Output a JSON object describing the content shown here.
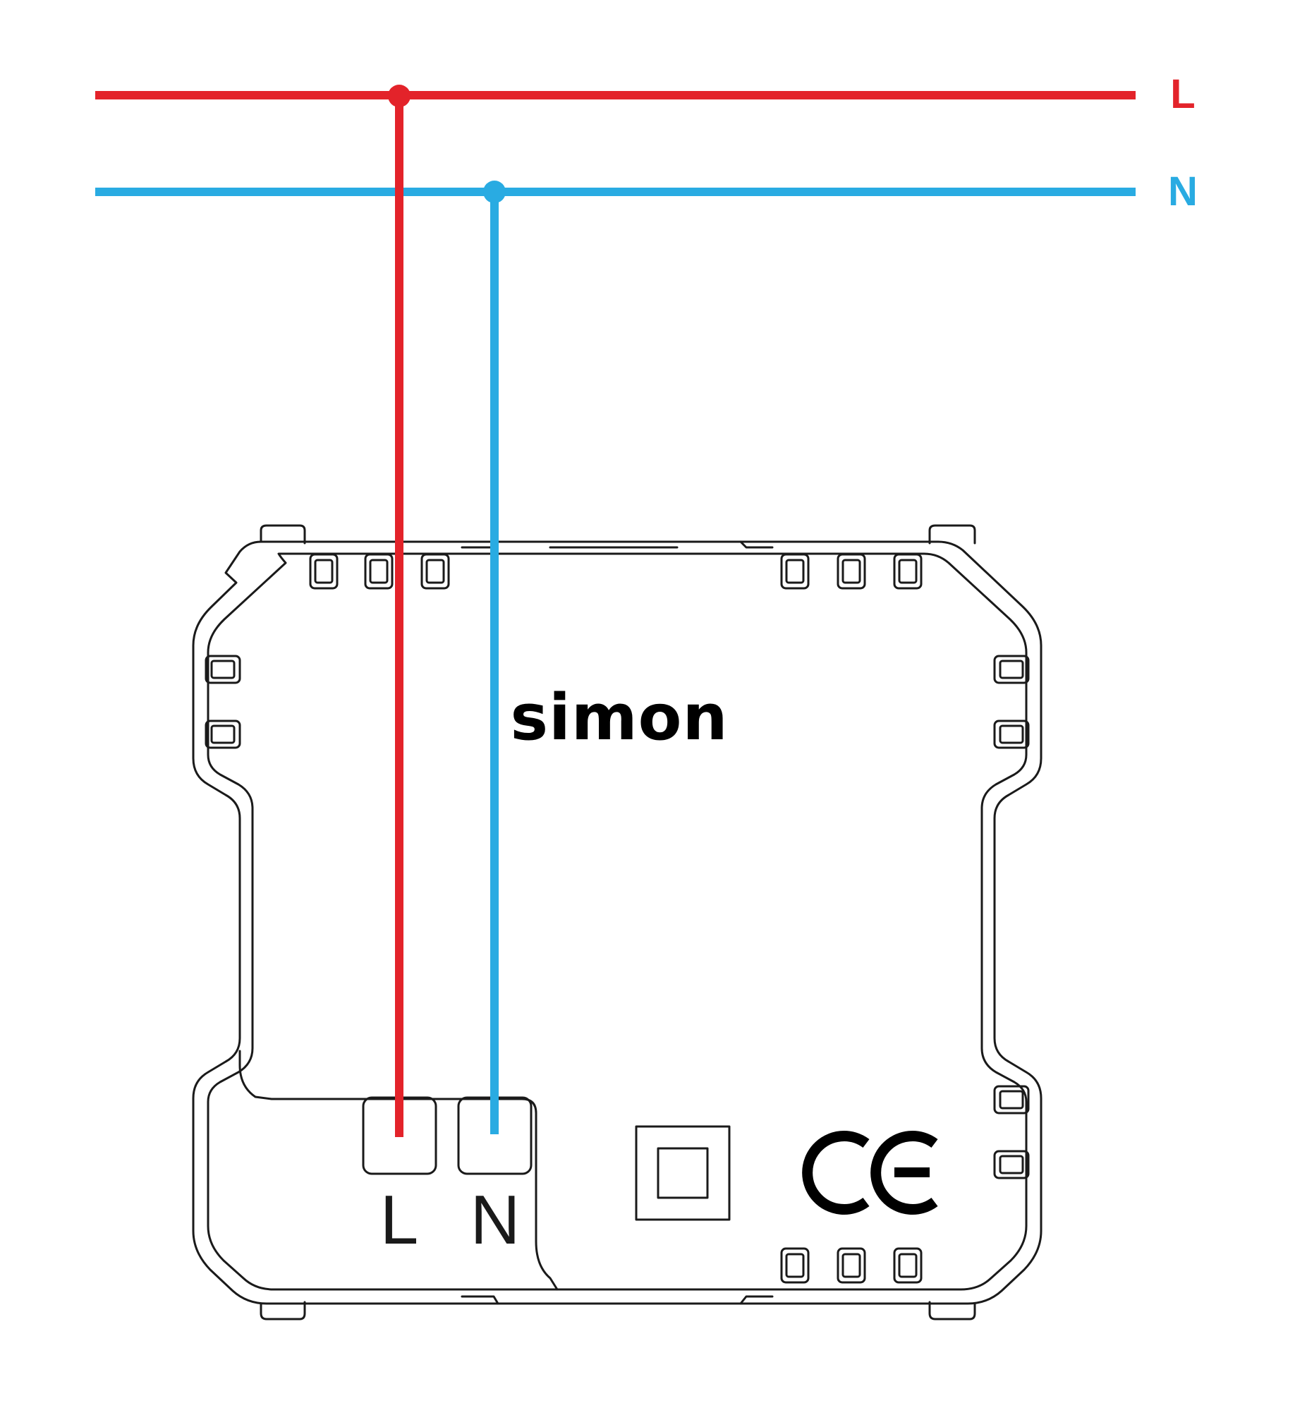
{
  "colors": {
    "live": "#e3232a",
    "neutral": "#29abe2",
    "outline": "#1a1a1a",
    "background": "#ffffff"
  },
  "supply": {
    "live_label": "L",
    "neutral_label": "N"
  },
  "device": {
    "brand": "simon",
    "terminal_live_label": "L",
    "terminal_neutral_label": "N",
    "certification_mark": "CE",
    "icon": "square-indicator-icon"
  }
}
